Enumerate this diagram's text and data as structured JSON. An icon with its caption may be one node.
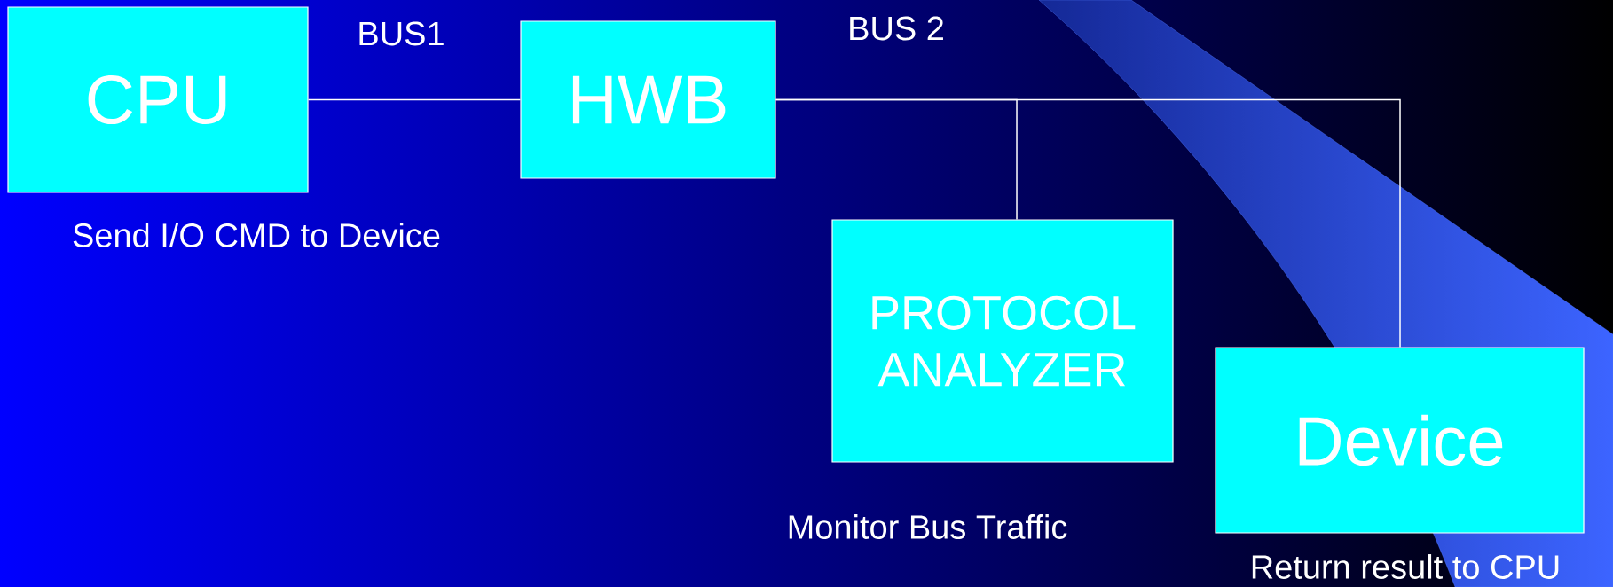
{
  "diagram": {
    "nodes": [
      {
        "text": [
          "CPU"
        ],
        "beside": [
          "Send I/O CMD to Device"
        ]
      },
      {
        "text": [
          "HWB"
        ]
      },
      {
        "text": [
          "PROTOCOL ANALYZER"
        ],
        "beside": [
          "Monitor Bus Traffic"
        ]
      },
      {
        "text": [
          "Device"
        ],
        "beside": [
          "Return result to CPU"
        ]
      }
    ],
    "edges": [
      {
        "from": 0,
        "to": 1,
        "arrow": "none"
      },
      {
        "from": 1,
        "to": 2,
        "arrow": "none"
      },
      {
        "from": 1,
        "to": 3,
        "arrow": "none"
      }
    ],
    "labels": [
      "BUS1",
      "BUS 2"
    ]
  }
}
